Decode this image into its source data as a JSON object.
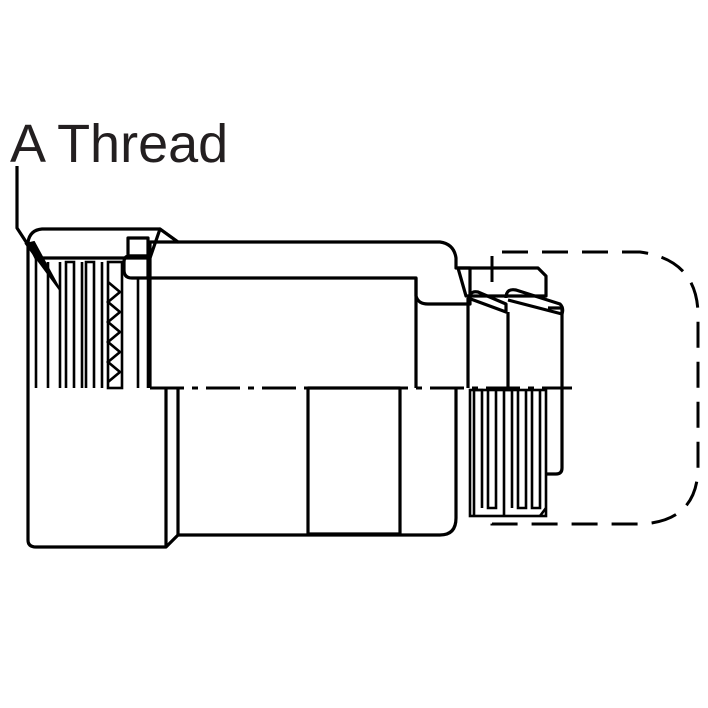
{
  "drawing": {
    "type": "connector-cross-section",
    "callout": {
      "label": "A Thread",
      "leader_target": "coupling-nut-internal-thread"
    },
    "parts": [
      "coupling-nut",
      "body-shell",
      "knurled-grip",
      "backshell-clamp",
      "cable-outline-phantom"
    ],
    "colors": {
      "line": "#000000",
      "text": "#231f20",
      "background": "#ffffff"
    }
  }
}
